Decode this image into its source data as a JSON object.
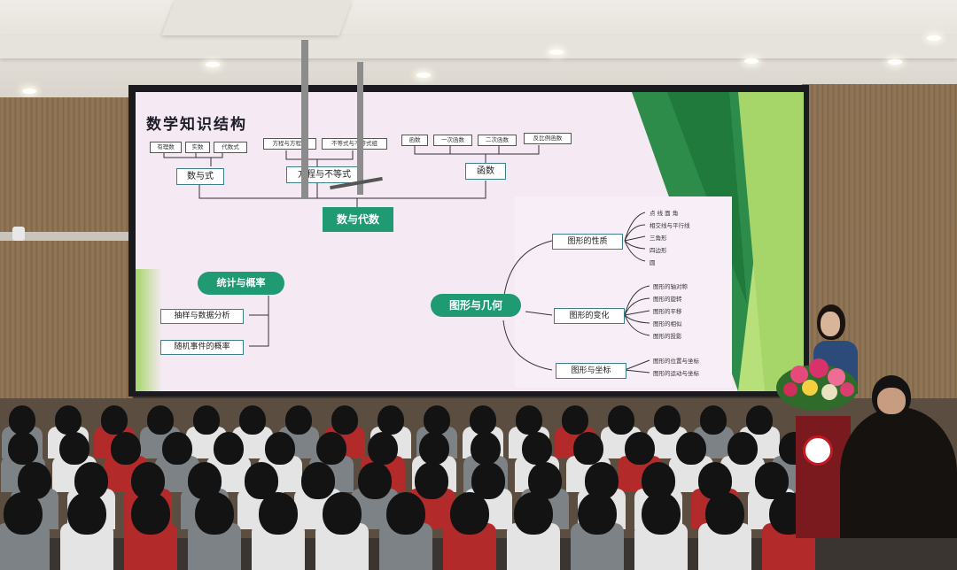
{
  "slide": {
    "title": "数学知识结构",
    "algebra": {
      "root": "数与代数",
      "groups": [
        {
          "label": "数与式",
          "items": [
            "有理数",
            "实数",
            "代数式"
          ]
        },
        {
          "label": "方程与不等式",
          "items": [
            "方程与方程组",
            "不等式与不等式组"
          ]
        },
        {
          "label": "函数",
          "items": [
            "函数",
            "一次函数",
            "二次函数",
            "反比例函数"
          ]
        }
      ]
    },
    "statistics": {
      "root": "统计与概率",
      "items": [
        "抽样与数据分析",
        "随机事件的概率"
      ]
    },
    "geometry": {
      "root": "图形与几何",
      "branches": [
        {
          "label": "图形的性质",
          "items": [
            "点 线 面 角",
            "相交线与平行线",
            "三角形",
            "四边形",
            "圆"
          ]
        },
        {
          "label": "图形的变化",
          "items": [
            "图形的轴对称",
            "图形的旋转",
            "图形的平移",
            "图形的相似",
            "图形的投影"
          ]
        },
        {
          "label": "图形与坐标",
          "items": [
            "图形的位置与坐标",
            "图形的运动与坐标"
          ]
        }
      ]
    }
  },
  "colors": {
    "slide_background": "#f5e9f4",
    "accent_green": "#1f9a72",
    "podium": "#7a1a1e"
  }
}
